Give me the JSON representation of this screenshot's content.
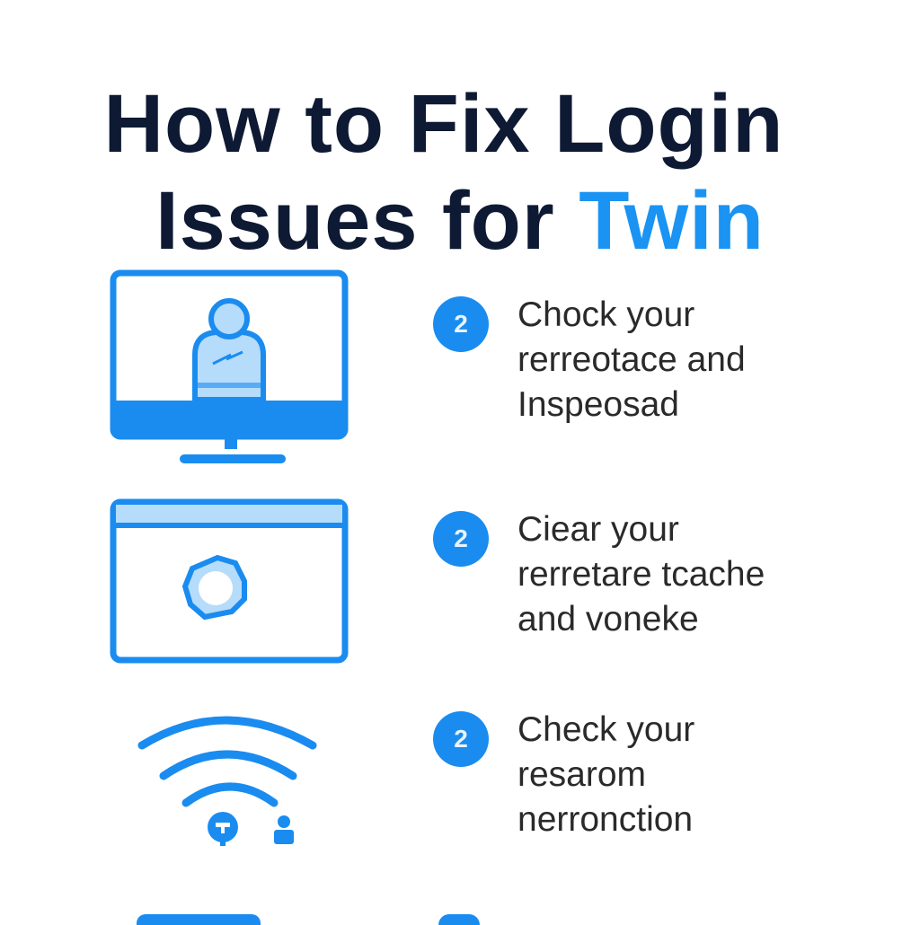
{
  "title": {
    "line1": "How to Fix Login",
    "line2_prefix": "Issues for ",
    "line2_accent": "Twin"
  },
  "colors": {
    "title": "#0e1a33",
    "accent": "#1a93f2",
    "badge": "#1a8cf0",
    "icon_stroke": "#1a8cf0",
    "icon_fill_light": "#b5dcfa",
    "step_text": "#2a2a2a"
  },
  "steps": [
    {
      "badge": "2",
      "icon": "monitor-user-icon",
      "lines": [
        "Chock your",
        "rerreotace and",
        "Inspeosad"
      ]
    },
    {
      "badge": "2",
      "icon": "browser-window-icon",
      "lines": [
        "Ciear your",
        "rerretare tcache",
        "and voneke"
      ]
    },
    {
      "badge": "2",
      "icon": "wifi-icon",
      "lines": [
        "Check your",
        "resarom",
        "nerronction"
      ]
    },
    {
      "badge": "",
      "icon": "partial-icon",
      "lines": []
    }
  ]
}
